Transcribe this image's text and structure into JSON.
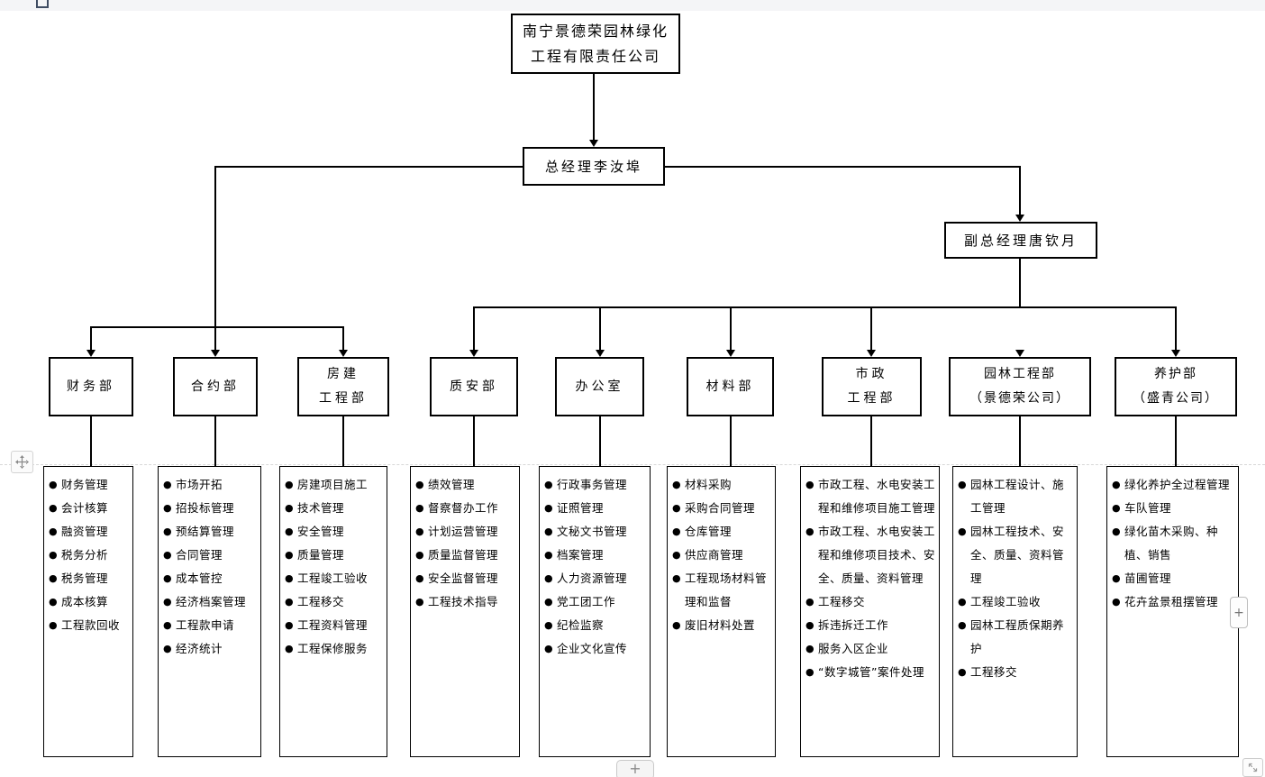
{
  "chrome": {
    "bullet_char": "●",
    "add_button_bottom_label": "+",
    "add_button_right_label": "+"
  },
  "org": {
    "root_name": "南宁景德荣园林绿化\n工程有限责任公司",
    "gm_name": "总经理李汝埠",
    "deputy_gm_name": "副总经理唐钦月",
    "departments": [
      {
        "name": "财务部",
        "items": [
          "财务管理",
          "会计核算",
          "融资管理",
          "税务分析",
          "税务管理",
          "成本核算",
          "工程款回收"
        ]
      },
      {
        "name": "合约部",
        "items": [
          "市场开拓",
          "招投标管理",
          "预结算管理",
          "合同管理",
          "成本管控",
          "经济档案管理",
          "工程款申请",
          "经济统计"
        ]
      },
      {
        "name": "房建\n工程部",
        "items": [
          "房建项目施工",
          "技术管理",
          "安全管理",
          "质量管理",
          "工程竣工验收",
          "工程移交",
          "工程资料管理",
          "工程保修服务"
        ]
      },
      {
        "name": "质安部",
        "items": [
          "绩效管理",
          "督察督办工作",
          "计划运营管理",
          "质量监督管理",
          "安全监督管理",
          "工程技术指导"
        ]
      },
      {
        "name": "办公室",
        "items": [
          "行政事务管理",
          "证照管理",
          "文秘文书管理",
          "档案管理",
          "人力资源管理",
          "党工团工作",
          "纪检监察",
          "企业文化宣传"
        ]
      },
      {
        "name": "材料部",
        "items": [
          "材料采购",
          "采购合同管理",
          "仓库管理",
          "供应商管理",
          "工程现场材料管理和监督",
          "废旧材料处置"
        ]
      },
      {
        "name": "市政\n工程部",
        "items": [
          "市政工程、水电安装工程和维修项目施工管理",
          "市政工程、水电安装工程和维修项目技术、安全、质量、资料管理",
          "工程移交",
          "拆违拆迁工作",
          "服务入区企业",
          "“数字城管”案件处理"
        ]
      },
      {
        "name": "园林工程部\n（景德荣公司）",
        "items": [
          "园林工程设计、施工管理",
          "园林工程技术、安全、质量、资料管理",
          "工程竣工验收",
          "园林工程质保期养护",
          "工程移交"
        ]
      },
      {
        "name": "养护部\n（盛青公司）",
        "items": [
          "绿化养护全过程管理",
          "车队管理",
          "绿化苗木采购、种植、销售",
          "苗圃管理",
          "花卉盆景租摆管理"
        ]
      }
    ]
  }
}
